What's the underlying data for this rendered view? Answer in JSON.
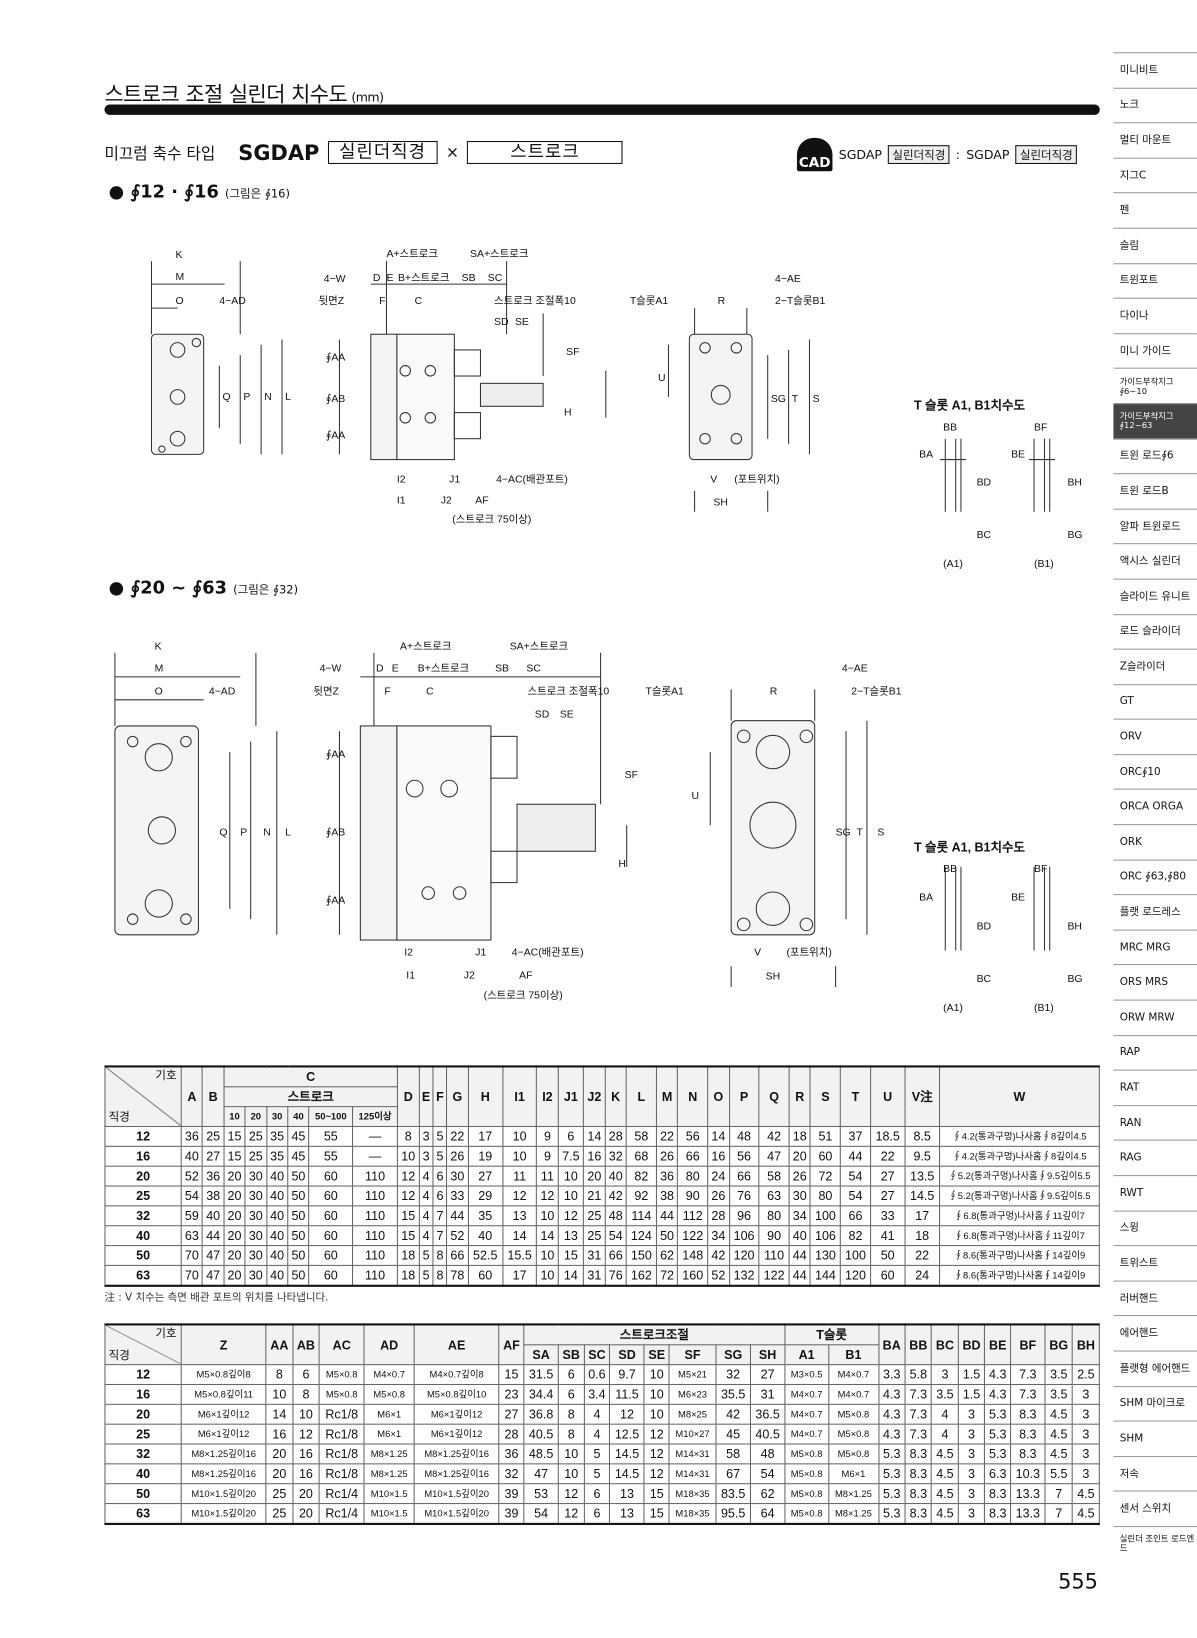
{
  "header": {
    "title": "스트로크 조절 실린더 치수도",
    "unit": "(mm)"
  },
  "subtitle": {
    "type": "미끄럼 축수 타입",
    "model": "SGDAP",
    "box1": "실린더직경",
    "times": "×",
    "box2": "스트로크"
  },
  "cad": {
    "icon": "CAD",
    "text1": "SGDAP",
    "box1": "실린더직경",
    "sep": ":",
    "text2": "SGDAP",
    "box2": "실린더직경"
  },
  "sections": [
    {
      "bullet": "●",
      "label": "∮12 · ∮16",
      "note": "(그림은 ∮16)"
    },
    {
      "bullet": "●",
      "label": "∮20 ~ ∮63",
      "note": "(그림은 ∮32)"
    }
  ],
  "dim_labels": {
    "K": "K",
    "M": "M",
    "O": "O",
    "AD": "4−AD",
    "Q": "Q",
    "P": "P",
    "N": "N",
    "L": "L",
    "W": "4−W",
    "Z": "뒷면Z",
    "AA": "∮AA",
    "AB": "∮AB",
    "D": "D",
    "E": "E",
    "Bs": "B+스트로크",
    "SB": "SB",
    "SC": "SC",
    "As": "A+스트로크",
    "SAs": "SA+스트로크",
    "F": "F",
    "C": "C",
    "adj": "스트로크 조절폭10",
    "SD": "SD",
    "SE": "SE",
    "SF": "SF",
    "H": "H",
    "I2": "I2",
    "J1": "J1",
    "I1": "I1",
    "J2": "J2",
    "AF": "AF",
    "AC": "4−AC(배관포트)",
    "s75": "(스트로크 75이상)",
    "TA1": "T슬롯A1",
    "R": "R",
    "AE": "4−AE",
    "TB1": "2−T슬롯B1",
    "U": "U",
    "SG": "SG",
    "T": "T",
    "S": "S",
    "V": "V",
    "port": "(포트위치)",
    "SH": "SH"
  },
  "tslot": {
    "heading": "T 슬롯 A1, B1치수도",
    "BB": "BB",
    "BF": "BF",
    "BA": "BA",
    "BE": "BE",
    "BD": "BD",
    "BH": "BH",
    "BC": "BC",
    "BG": "BG",
    "a1": "(A1)",
    "b1": "(B1)"
  },
  "table1": {
    "corner_top": "기호",
    "corner_bottom": "직경",
    "headers": [
      "A",
      "B",
      "C",
      "D",
      "E",
      "F",
      "G",
      "H",
      "I1",
      "I2",
      "J1",
      "J2",
      "K",
      "L",
      "M",
      "N",
      "O",
      "P",
      "Q",
      "R",
      "S",
      "T",
      "U",
      "V注",
      "W"
    ],
    "c_sub": "스트로크",
    "c_strokes": [
      "10",
      "20",
      "30",
      "40",
      "50~100",
      "125이상"
    ],
    "rows": [
      [
        "12",
        "36",
        "25",
        "15",
        "25",
        "35",
        "45",
        "55",
        "—",
        "8",
        "3",
        "5",
        "22",
        "17",
        "10",
        "9",
        "6",
        "14",
        "28",
        "58",
        "22",
        "56",
        "14",
        "48",
        "42",
        "18",
        "51",
        "37",
        "18.5",
        "8.5",
        "∮4.2(통과구멍)나사홈∮8깊이4.5"
      ],
      [
        "16",
        "40",
        "27",
        "15",
        "25",
        "35",
        "45",
        "55",
        "—",
        "10",
        "3",
        "5",
        "26",
        "19",
        "10",
        "9",
        "7.5",
        "16",
        "32",
        "68",
        "26",
        "66",
        "16",
        "56",
        "47",
        "20",
        "60",
        "44",
        "22",
        "9.5",
        "∮4.2(통과구멍)나사홈∮8깊이4.5"
      ],
      [
        "20",
        "52",
        "36",
        "20",
        "30",
        "40",
        "50",
        "60",
        "110",
        "12",
        "4",
        "6",
        "30",
        "27",
        "11",
        "11",
        "10",
        "20",
        "40",
        "82",
        "36",
        "80",
        "24",
        "66",
        "58",
        "26",
        "72",
        "54",
        "27",
        "13.5",
        "∮5.2(통과구멍)나사홈∮9.5깊이5.5"
      ],
      [
        "25",
        "54",
        "38",
        "20",
        "30",
        "40",
        "50",
        "60",
        "110",
        "12",
        "4",
        "6",
        "33",
        "29",
        "12",
        "12",
        "10",
        "21",
        "42",
        "92",
        "38",
        "90",
        "26",
        "76",
        "63",
        "30",
        "80",
        "54",
        "27",
        "14.5",
        "∮5.2(통과구멍)나사홈∮9.5깊이5.5"
      ],
      [
        "32",
        "59",
        "40",
        "20",
        "30",
        "40",
        "50",
        "60",
        "110",
        "15",
        "4",
        "7",
        "44",
        "35",
        "13",
        "10",
        "12",
        "25",
        "48",
        "114",
        "44",
        "112",
        "28",
        "96",
        "80",
        "34",
        "100",
        "66",
        "33",
        "17",
        "∮6.8(통과구멍)나사홈∮11깊이7"
      ],
      [
        "40",
        "63",
        "44",
        "20",
        "30",
        "40",
        "50",
        "60",
        "110",
        "15",
        "4",
        "7",
        "52",
        "40",
        "14",
        "14",
        "13",
        "25",
        "54",
        "124",
        "50",
        "122",
        "34",
        "106",
        "90",
        "40",
        "106",
        "82",
        "41",
        "18",
        "∮6.8(통과구멍)나사홈∮11깊이7"
      ],
      [
        "50",
        "70",
        "47",
        "20",
        "30",
        "40",
        "50",
        "60",
        "110",
        "18",
        "5",
        "8",
        "66",
        "52.5",
        "15.5",
        "10",
        "15",
        "31",
        "66",
        "150",
        "62",
        "148",
        "42",
        "120",
        "110",
        "44",
        "130",
        "100",
        "50",
        "22",
        "∮8.6(통과구멍)나사홈∮14깊이9"
      ],
      [
        "63",
        "70",
        "47",
        "20",
        "30",
        "40",
        "50",
        "60",
        "110",
        "18",
        "5",
        "8",
        "78",
        "60",
        "17",
        "10",
        "14",
        "31",
        "76",
        "162",
        "72",
        "160",
        "52",
        "132",
        "122",
        "44",
        "144",
        "120",
        "60",
        "24",
        "∮8.6(통과구멍)나사홈∮14깊이9"
      ]
    ]
  },
  "note": "注 : V 치수는 측면 배관 포트의 위치를 나타냅니다.",
  "table2": {
    "corner_top": "기호",
    "corner_bottom": "직경",
    "headers_a": [
      "Z",
      "AA",
      "AB",
      "AC",
      "AD",
      "AE",
      "AF"
    ],
    "group1": "스트로크조절",
    "group1_sub": [
      "SA",
      "SB",
      "SC",
      "SD",
      "SE",
      "SF",
      "SG",
      "SH"
    ],
    "group2": "T슬롯",
    "group2_sub": [
      "A1",
      "B1"
    ],
    "headers_b": [
      "BA",
      "BB",
      "BC",
      "BD",
      "BE",
      "BF",
      "BG",
      "BH"
    ],
    "rows": [
      [
        "12",
        "M5×0.8깊이8",
        "8",
        "6",
        "M5×0.8",
        "M4×0.7",
        "M4×0.7깊이8",
        "15",
        "31.5",
        "6",
        "0.6",
        "9.7",
        "10",
        "M5×21",
        "32",
        "27",
        "M3×0.5",
        "M4×0.7",
        "3.3",
        "5.8",
        "3",
        "1.5",
        "4.3",
        "7.3",
        "3.5",
        "2.5"
      ],
      [
        "16",
        "M5×0.8깊이11",
        "10",
        "8",
        "M5×0.8",
        "M5×0.8",
        "M5×0.8깊이10",
        "23",
        "34.4",
        "6",
        "3.4",
        "11.5",
        "10",
        "M6×23",
        "35.5",
        "31",
        "M4×0.7",
        "M4×0.7",
        "4.3",
        "7.3",
        "3.5",
        "1.5",
        "4.3",
        "7.3",
        "3.5",
        "3"
      ],
      [
        "20",
        "M6×1깊이12",
        "14",
        "10",
        "Rc1/8",
        "M6×1",
        "M6×1깊이12",
        "27",
        "36.8",
        "8",
        "4",
        "12",
        "10",
        "M8×25",
        "42",
        "36.5",
        "M4×0.7",
        "M5×0.8",
        "4.3",
        "7.3",
        "4",
        "3",
        "5.3",
        "8.3",
        "4.5",
        "3"
      ],
      [
        "25",
        "M6×1깊이12",
        "16",
        "12",
        "Rc1/8",
        "M6×1",
        "M6×1깊이12",
        "28",
        "40.5",
        "8",
        "4",
        "12.5",
        "12",
        "M10×27",
        "45",
        "40.5",
        "M4×0.7",
        "M5×0.8",
        "4.3",
        "7.3",
        "4",
        "3",
        "5.3",
        "8.3",
        "4.5",
        "3"
      ],
      [
        "32",
        "M8×1.25깊이16",
        "20",
        "16",
        "Rc1/8",
        "M8×1.25",
        "M8×1.25깊이16",
        "36",
        "48.5",
        "10",
        "5",
        "14.5",
        "12",
        "M14×31",
        "58",
        "48",
        "M5×0.8",
        "M5×0.8",
        "5.3",
        "8.3",
        "4.5",
        "3",
        "5.3",
        "8.3",
        "4.5",
        "3"
      ],
      [
        "40",
        "M8×1.25깊이16",
        "20",
        "16",
        "Rc1/8",
        "M8×1.25",
        "M8×1.25깊이16",
        "32",
        "47",
        "10",
        "5",
        "14.5",
        "12",
        "M14×31",
        "67",
        "54",
        "M5×0.8",
        "M6×1",
        "5.3",
        "8.3",
        "4.5",
        "3",
        "6.3",
        "10.3",
        "5.5",
        "3"
      ],
      [
        "50",
        "M10×1.5깊이20",
        "25",
        "20",
        "Rc1/4",
        "M10×1.5",
        "M10×1.5깊이20",
        "39",
        "53",
        "12",
        "6",
        "13",
        "15",
        "M18×35",
        "83.5",
        "62",
        "M5×0.8",
        "M8×1.25",
        "5.3",
        "8.3",
        "4.5",
        "3",
        "8.3",
        "13.3",
        "7",
        "4.5"
      ],
      [
        "63",
        "M10×1.5깊이20",
        "25",
        "20",
        "Rc1/4",
        "M10×1.5",
        "M10×1.5깊이20",
        "39",
        "54",
        "12",
        "6",
        "13",
        "15",
        "M18×35",
        "95.5",
        "64",
        "M5×0.8",
        "M8×1.25",
        "5.3",
        "8.3",
        "4.5",
        "3",
        "8.3",
        "13.3",
        "7",
        "4.5"
      ]
    ]
  },
  "page_number": "555",
  "tabs": [
    "미니비트",
    "노크",
    "멀티 마운트",
    "지그C",
    "펜",
    "슬림",
    "트윈포트",
    "다이나",
    "미니 가이드",
    "가이드부착지그 ∮6~10",
    "가이드부착지그 ∮12~63",
    "트윈 로드∮6",
    "트윈 로드B",
    "알파 트윈로드",
    "액시스 실린더",
    "슬라이드 유니트",
    "로드 슬라이더",
    "Z슬라이더",
    "GT",
    "ORV",
    "ORC∮10",
    "ORCA ORGA",
    "ORK",
    "ORC ∮63,∮80",
    "플랫 로드레스",
    "MRC MRG",
    "ORS MRS",
    "ORW MRW",
    "RAP",
    "RAT",
    "RAN",
    "RAG",
    "RWT",
    "스윙",
    "트위스트",
    "러버핸드",
    "에어핸드",
    "플랫형 에어핸드",
    "SHM 마이크로",
    "SHM",
    "저속",
    "센서 스위치",
    "실린더 조인트 로드엔드"
  ],
  "active_tab": 10,
  "colors": {
    "active_tab": "#444444",
    "header_bg": "#f2f2f2"
  }
}
